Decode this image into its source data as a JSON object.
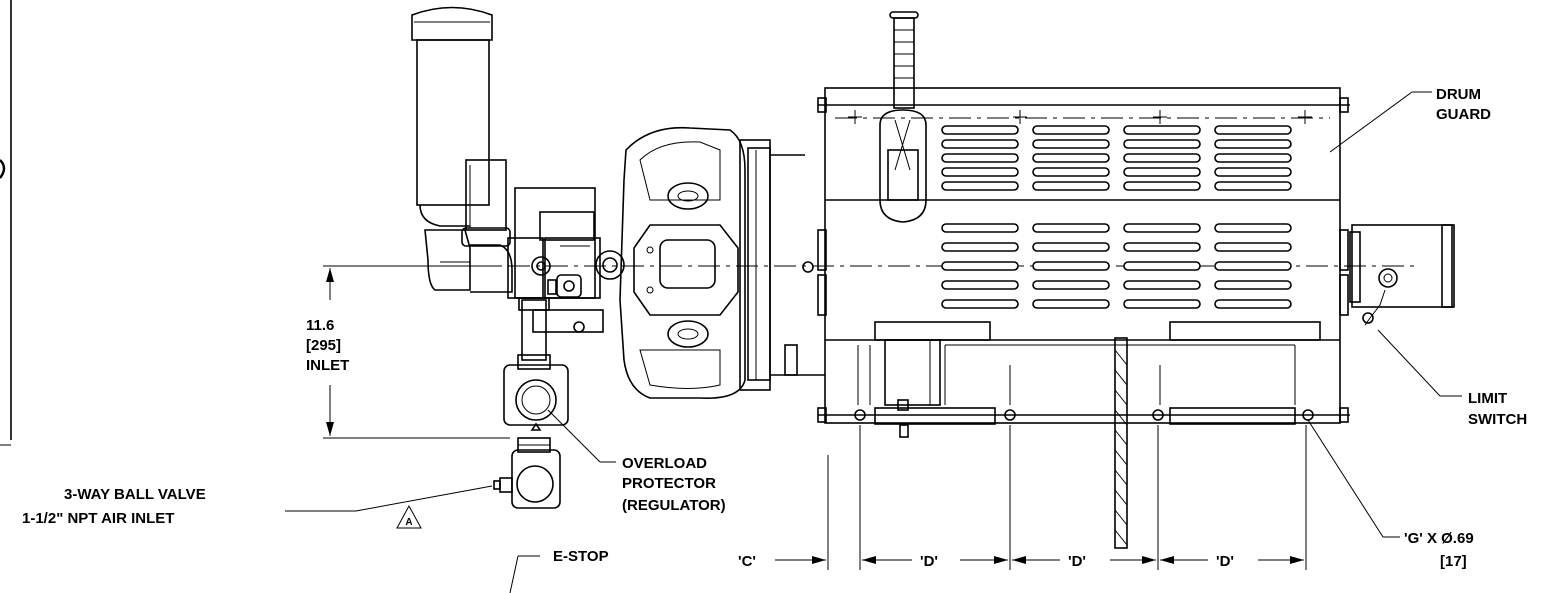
{
  "labels": {
    "drum_guard_1": "DRUM",
    "drum_guard_2": "GUARD",
    "limit_switch_1": "LIMIT",
    "limit_switch_2": "SWITCH",
    "inlet_dim_1": "11.6",
    "inlet_dim_2": "[295]",
    "inlet_dim_3": "INLET",
    "overload_1": "OVERLOAD",
    "overload_2": "PROTECTOR",
    "overload_3": "(REGULATOR)",
    "ball_valve_1": "3-WAY BALL VALVE",
    "ball_valve_2": "1-1/2\" NPT AIR INLET",
    "revision_mark": "A",
    "estop": "E-STOP",
    "dim_c": "'C'",
    "dim_d": "'D'",
    "holes_1": "'G' X Ø.69",
    "holes_2": "[17]"
  }
}
